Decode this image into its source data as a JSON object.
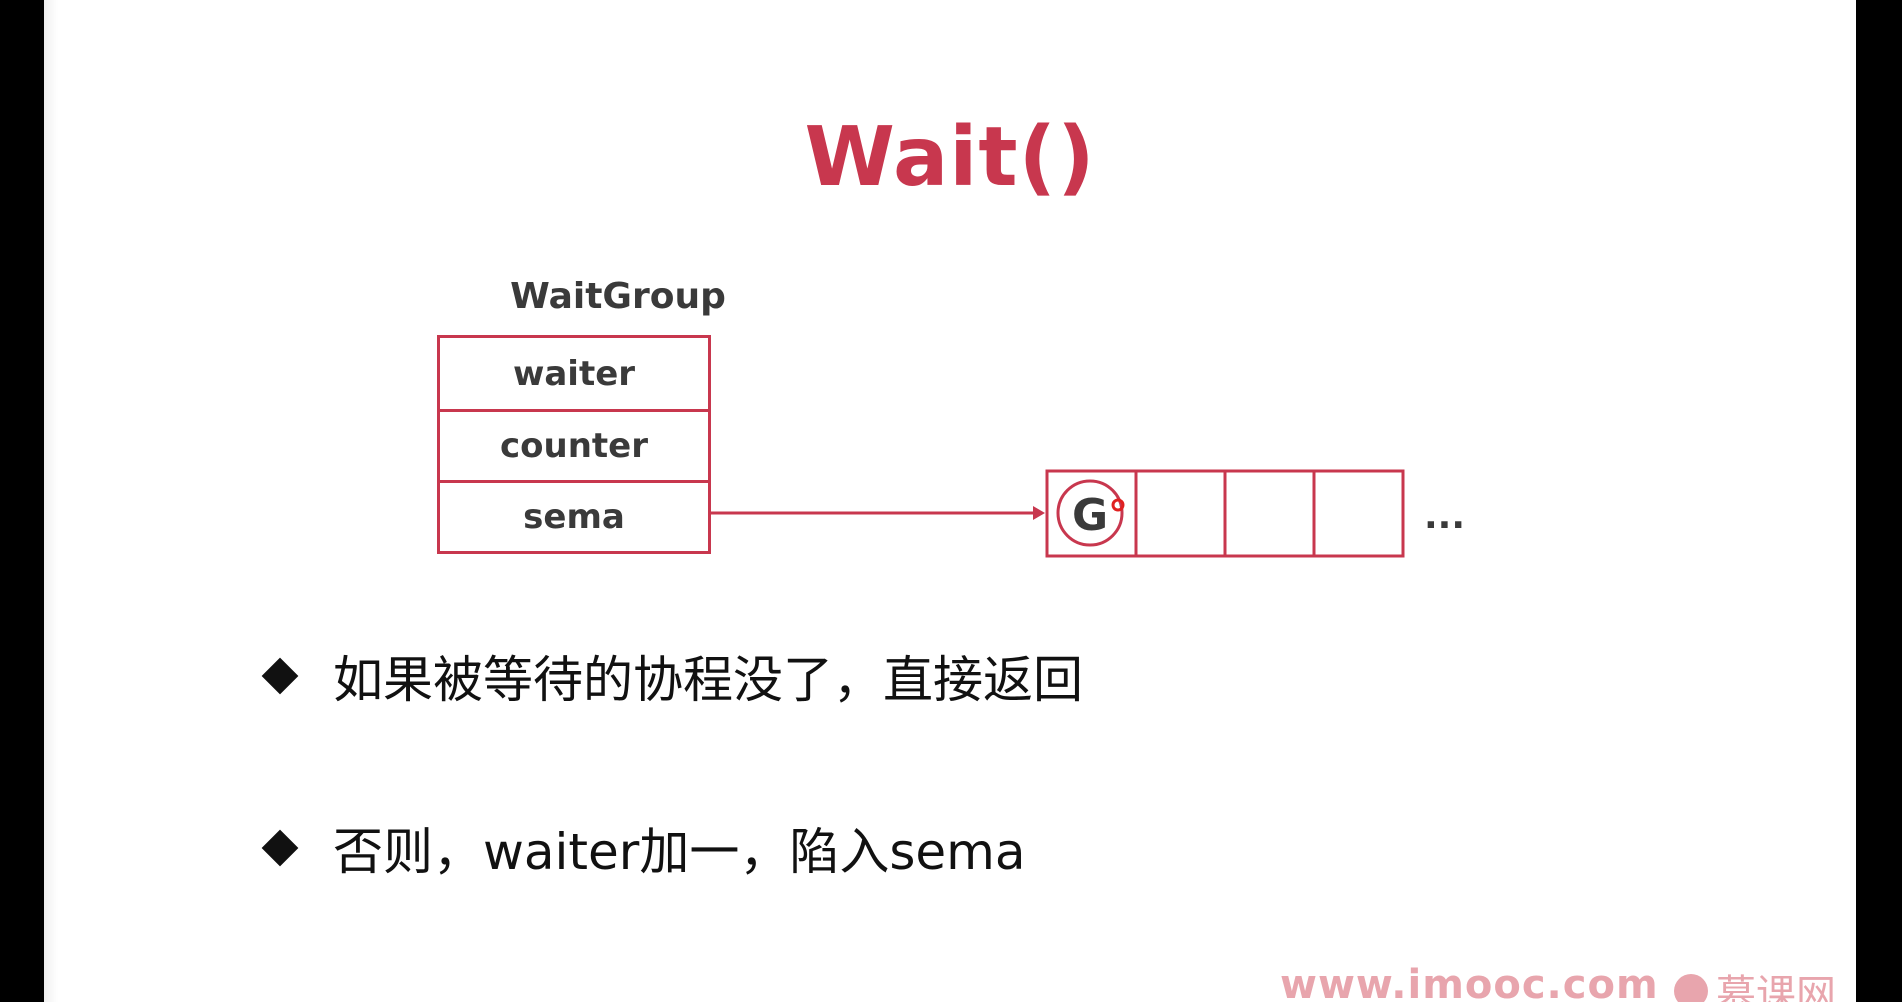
{
  "title": "Wait()",
  "struct": {
    "name": "WaitGroup",
    "fields": [
      "waiter",
      "counter",
      "sema"
    ]
  },
  "queue": {
    "first_item": "G",
    "ellipsis": "..."
  },
  "bullets": [
    "如果被等待的协程没了，直接返回",
    "否则，waiter加一，陷入sema"
  ],
  "watermark": {
    "url": "www.imooc.com",
    "brand": "慕课网"
  },
  "colors": {
    "accent": "#c8374e",
    "text": "#3a3a3a"
  }
}
